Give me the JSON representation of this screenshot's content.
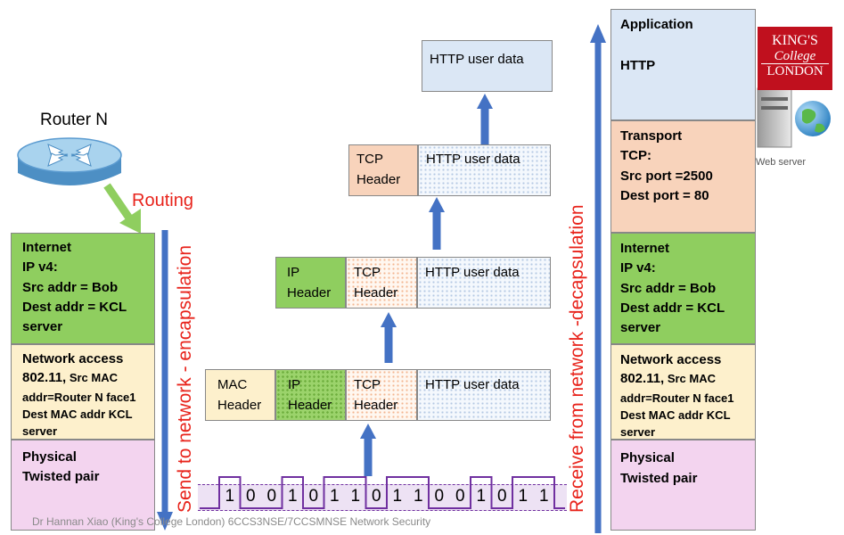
{
  "router": {
    "label": "Router N",
    "routing_label": "Routing"
  },
  "left_stack": {
    "internet": {
      "title": "Internet",
      "lines": [
        "IP v4:",
        "Src addr = Bob",
        "Dest addr = KCL",
        "server"
      ]
    },
    "network_access": {
      "title": "Network access",
      "line1_strong": "802.11,",
      "line1_rest": " Src MAC",
      "lines": [
        "addr=Router N face1",
        "Dest MAC addr KCL",
        "server"
      ]
    },
    "physical": {
      "title": "Physical",
      "line": "Twisted pair"
    }
  },
  "right_stack": {
    "application": {
      "title": "Application",
      "line": "HTTP"
    },
    "transport": {
      "title": "Transport",
      "lines": [
        "TCP:",
        "Src port =2500",
        "Dest port = 80"
      ]
    },
    "internet": {
      "title": "Internet",
      "lines": [
        "IP v4:",
        "Src addr = Bob",
        "Dest addr = KCL",
        "server"
      ]
    },
    "network_access": {
      "title": "Network access",
      "line1_strong": "802.11,",
      "line1_rest": " Src MAC",
      "lines": [
        "addr=Router N face1",
        "Dest MAC addr KCL",
        "server"
      ]
    },
    "physical": {
      "title": "Physical",
      "line": "Twisted pair"
    }
  },
  "left_arrow_label": "Send to network - encapsulation",
  "right_arrow_label": "Receive from network -decapsulation",
  "frames": {
    "http_label": "HTTP user data",
    "tcp_header": [
      "TCP",
      "Header"
    ],
    "ip_header": [
      "IP",
      "Header"
    ],
    "mac_header": [
      "MAC",
      "Header"
    ]
  },
  "bits": [
    "1",
    "0",
    "0",
    "1",
    "0",
    "1",
    "1",
    "0",
    "1",
    "1",
    "0",
    "0",
    "1",
    "0",
    "1",
    "1"
  ],
  "logo": {
    "line1": "KING'S",
    "line2": "College",
    "line3": "LONDON"
  },
  "web_server_label": "Web server",
  "footer": "Dr Hannan Xiao (King's College London) 6CCS3NSE/7CCSMNSE Network Security",
  "colors": {
    "internet_green": "#8fce5f",
    "network_access_cream": "#fdf0cc",
    "physical_pink": "#f3d4ef",
    "application_blue": "#dbe7f5",
    "transport_peach": "#f8d3bb",
    "tcp_peach": "#f8d3bb",
    "arrow_blue": "#4472c4",
    "label_red": "#e8231b",
    "signal_purple": "#7030a0",
    "logo_red": "#c0101e"
  }
}
